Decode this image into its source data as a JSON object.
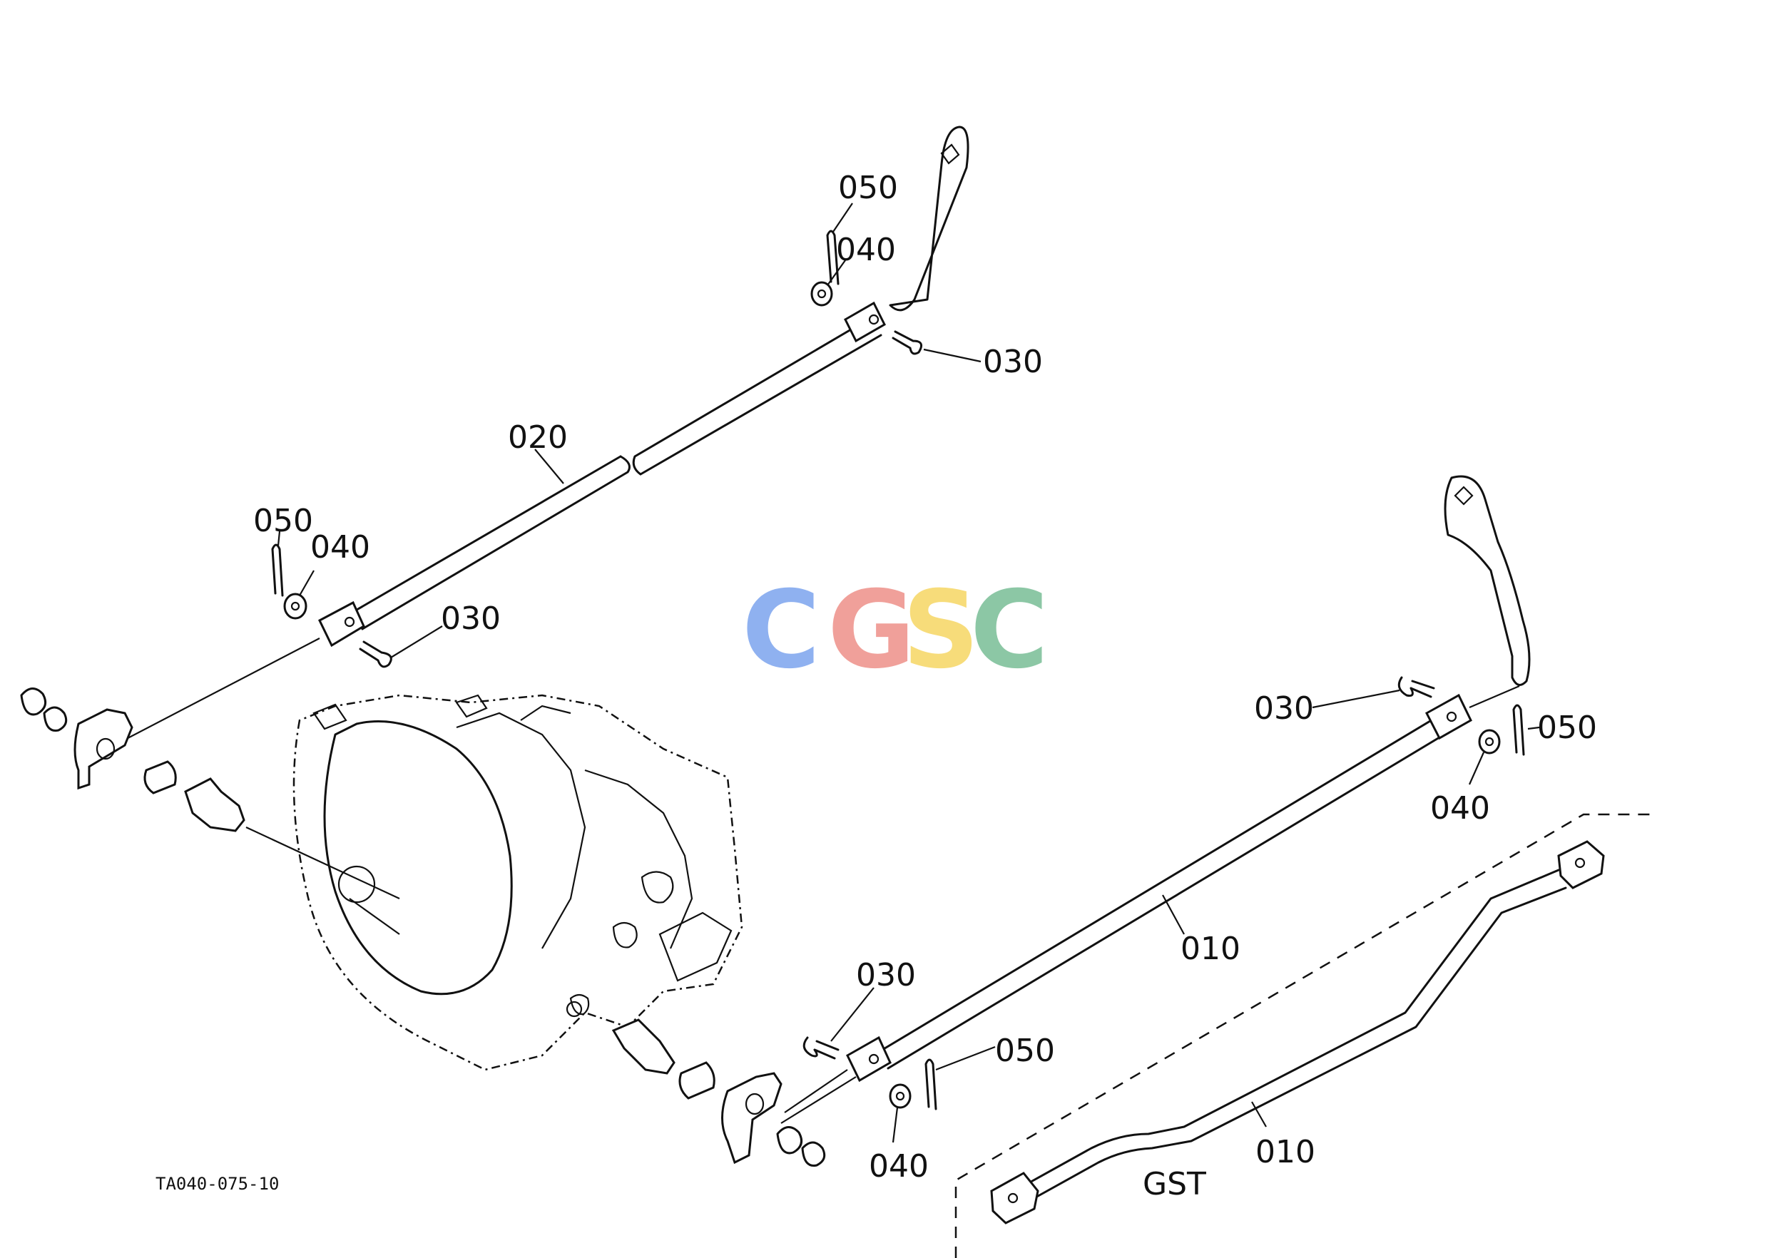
{
  "figure_code": "TA040-075-10",
  "watermark": {
    "letters": [
      "C",
      "G",
      "S",
      "C"
    ],
    "colors": [
      "#8fb1f0",
      "#f0a09a",
      "#f7dc7a",
      "#8cc7a5"
    ]
  },
  "labels": {
    "upper_050": "050",
    "upper_040": "040",
    "upper_030": "030",
    "rod_020": "020",
    "left_050": "050",
    "left_040": "040",
    "left_030": "030",
    "right_030": "030",
    "right_050": "050",
    "right_040": "040",
    "rod_010": "010",
    "lower_030": "030",
    "lower_050": "050",
    "lower_040": "040",
    "gst_010": "010",
    "gst": "GST"
  }
}
